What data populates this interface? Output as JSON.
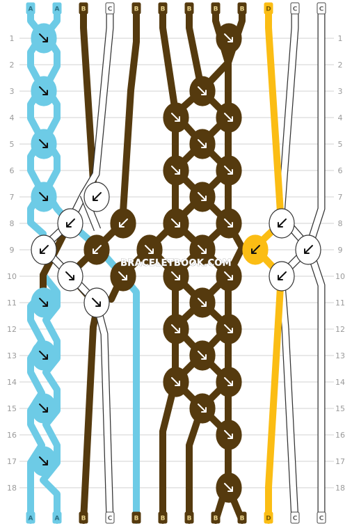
{
  "watermark": "BRACELETBOOK.COM",
  "rows": [
    "1",
    "2",
    "3",
    "4",
    "5",
    "6",
    "7",
    "8",
    "9",
    "10",
    "11",
    "12",
    "13",
    "14",
    "15",
    "16",
    "17",
    "18"
  ],
  "columns_top": [
    "A",
    "A",
    "B",
    "C",
    "B",
    "B",
    "B",
    "B",
    "B",
    "D",
    "C",
    "C"
  ],
  "columns_bottom": [
    "A",
    "A",
    "B",
    "C",
    "B",
    "B",
    "B",
    "B",
    "B",
    "D",
    "C",
    "C"
  ],
  "thread_colors": {
    "A": "#6dcbe6",
    "B": "#553a0e",
    "C": "#ffffff",
    "D": "#fbbd14"
  },
  "label_text_colors": {
    "A": "#2b6f84",
    "B": "#e9d28a",
    "C": "#666666",
    "D": "#7a5a00"
  },
  "knots": [
    {
      "row": 1,
      "pos": 0,
      "color": "A",
      "dir": "br"
    },
    {
      "row": 1,
      "pos": 7,
      "color": "B",
      "dir": "br"
    },
    {
      "row": 3,
      "pos": 0,
      "color": "A",
      "dir": "br"
    },
    {
      "row": 3,
      "pos": 6,
      "color": "B",
      "dir": "br"
    },
    {
      "row": 4,
      "pos": 5,
      "color": "B",
      "dir": "br"
    },
    {
      "row": 4,
      "pos": 7,
      "color": "B",
      "dir": "br"
    },
    {
      "row": 5,
      "pos": 0,
      "color": "A",
      "dir": "br"
    },
    {
      "row": 5,
      "pos": 6,
      "color": "B",
      "dir": "br"
    },
    {
      "row": 6,
      "pos": 5,
      "color": "B",
      "dir": "br"
    },
    {
      "row": 6,
      "pos": 7,
      "color": "B",
      "dir": "br"
    },
    {
      "row": 7,
      "pos": 0,
      "color": "A",
      "dir": "br"
    },
    {
      "row": 7,
      "pos": 2,
      "color": "C",
      "dir": "fl"
    },
    {
      "row": 7,
      "pos": 6,
      "color": "B",
      "dir": "br"
    },
    {
      "row": 8,
      "pos": 1,
      "color": "C",
      "dir": "fl"
    },
    {
      "row": 8,
      "pos": 3,
      "color": "B",
      "dir": "fl"
    },
    {
      "row": 8,
      "pos": 5,
      "color": "B",
      "dir": "br"
    },
    {
      "row": 8,
      "pos": 7,
      "color": "B",
      "dir": "br"
    },
    {
      "row": 8,
      "pos": 9,
      "color": "C",
      "dir": "bl"
    },
    {
      "row": 9,
      "pos": 0,
      "color": "C",
      "dir": "bl"
    },
    {
      "row": 9,
      "pos": 2,
      "color": "B",
      "dir": "bl"
    },
    {
      "row": 9,
      "pos": 4,
      "color": "B",
      "dir": "br"
    },
    {
      "row": 9,
      "pos": 6,
      "color": "B",
      "dir": "br"
    },
    {
      "row": 9,
      "pos": 8,
      "color": "D",
      "dir": "bl"
    },
    {
      "row": 9,
      "pos": 10,
      "color": "C",
      "dir": "bl"
    },
    {
      "row": 10,
      "pos": 1,
      "color": "C",
      "dir": "f"
    },
    {
      "row": 10,
      "pos": 3,
      "color": "B",
      "dir": "f"
    },
    {
      "row": 10,
      "pos": 5,
      "color": "B",
      "dir": "br"
    },
    {
      "row": 10,
      "pos": 7,
      "color": "B",
      "dir": "br"
    },
    {
      "row": 10,
      "pos": 9,
      "color": "C",
      "dir": "b"
    },
    {
      "row": 11,
      "pos": 0,
      "color": "A",
      "dir": "br"
    },
    {
      "row": 11,
      "pos": 2,
      "color": "C",
      "dir": "f"
    },
    {
      "row": 11,
      "pos": 6,
      "color": "B",
      "dir": "br"
    },
    {
      "row": 12,
      "pos": 5,
      "color": "B",
      "dir": "br"
    },
    {
      "row": 12,
      "pos": 7,
      "color": "B",
      "dir": "br"
    },
    {
      "row": 13,
      "pos": 0,
      "color": "A",
      "dir": "br"
    },
    {
      "row": 13,
      "pos": 6,
      "color": "B",
      "dir": "br"
    },
    {
      "row": 14,
      "pos": 5,
      "color": "B",
      "dir": "br"
    },
    {
      "row": 14,
      "pos": 7,
      "color": "B",
      "dir": "br"
    },
    {
      "row": 15,
      "pos": 0,
      "color": "A",
      "dir": "br"
    },
    {
      "row": 15,
      "pos": 6,
      "color": "B",
      "dir": "br"
    },
    {
      "row": 16,
      "pos": 7,
      "color": "B",
      "dir": "br"
    },
    {
      "row": 17,
      "pos": 0,
      "color": "A",
      "dir": "br"
    },
    {
      "row": 18,
      "pos": 7,
      "color": "B",
      "dir": "br"
    }
  ]
}
